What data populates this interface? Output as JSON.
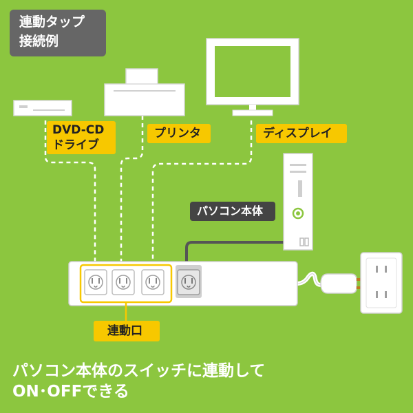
{
  "title": {
    "line1": "連動タップ",
    "line2": "接続例"
  },
  "devices": {
    "dvd": {
      "line1": "DVD-CD",
      "line2": "ドライブ",
      "icon": "dvd-drive-icon"
    },
    "printer": {
      "label": "プリンタ",
      "icon": "printer-icon"
    },
    "display": {
      "label": "ディスプレイ",
      "icon": "monitor-icon"
    },
    "pc": {
      "label": "パソコン本体",
      "icon": "desktop-tower-icon"
    }
  },
  "linked_port_label": "連動口",
  "caption": {
    "line1": "パソコン本体のスイッチに連動して",
    "line2": "ON･OFFできる"
  },
  "colors": {
    "background": "#8cc63f",
    "label_yellow": "#f7c800",
    "title_gray": "#666666",
    "pc_label": "#444444",
    "device_white": "#ffffff"
  }
}
